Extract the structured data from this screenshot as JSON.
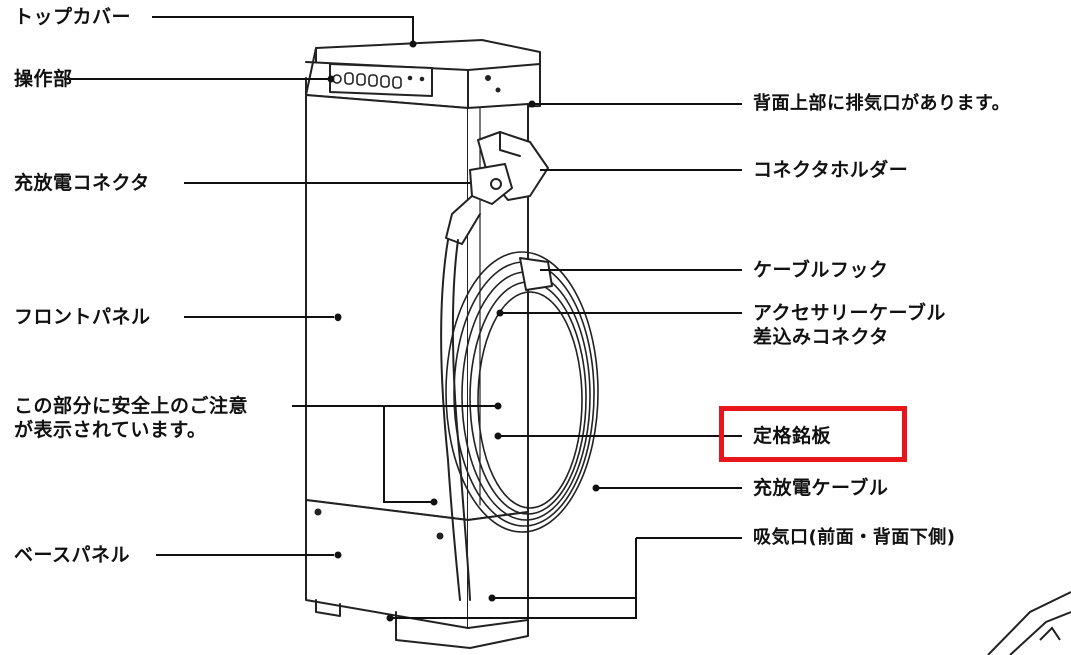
{
  "figure": {
    "labels_left": {
      "top_cover": "トップカバー",
      "operation_unit": "操作部",
      "charge_connector": "充放電コネクタ",
      "front_panel": "フロントパネル",
      "safety_note_line1": "この部分に安全上のご注意",
      "safety_note_line2": "が表示されています。",
      "base_panel": "ベースパネル"
    },
    "labels_right": {
      "rear_exhaust": "背面上部に排気口があります。",
      "connector_holder": "コネクタホルダー",
      "cable_hook": "ケーブルフック",
      "accessory_connector_line1": "アクセサリーケーブル",
      "accessory_connector_line2": "差込みコネクタ",
      "rating_plate": "定格銘板",
      "charge_cable": "充放電ケーブル",
      "air_intake": "吸気口(前面・背面下側)"
    },
    "highlight": {
      "target": "rating_plate",
      "color": "#e8151b"
    }
  }
}
